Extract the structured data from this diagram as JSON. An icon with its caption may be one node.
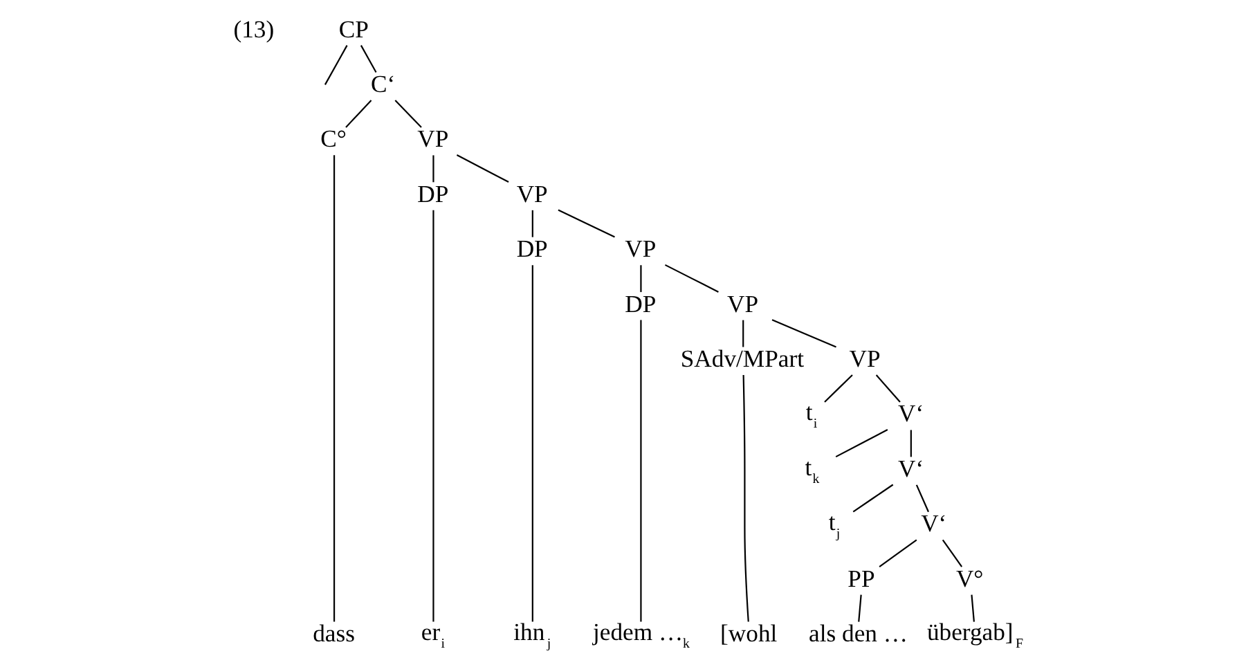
{
  "diagram": {
    "nodes": [
      {
        "text": [
          "CP"
        ]
      },
      {
        "text": [
          "C‘"
        ]
      },
      {
        "text": [
          "C°"
        ]
      },
      {
        "text": [
          "VP"
        ]
      },
      {
        "text": [
          "DP"
        ]
      },
      {
        "text": [
          "VP"
        ]
      },
      {
        "text": [
          "DP"
        ]
      },
      {
        "text": [
          "VP"
        ]
      },
      {
        "text": [
          "DP"
        ]
      },
      {
        "text": [
          "VP"
        ]
      },
      {
        "text": [
          "SAdv/MPart"
        ]
      },
      {
        "text": [
          "VP"
        ]
      },
      {
        "text": [
          "t$_{i}$"
        ]
      },
      {
        "text": [
          "V‘"
        ]
      },
      {
        "text": [
          "t$_{k}$"
        ]
      },
      {
        "text": [
          "V‘"
        ]
      },
      {
        "text": [
          "t$_{j}$"
        ]
      },
      {
        "text": [
          "V‘"
        ]
      },
      {
        "text": [
          "PP"
        ]
      },
      {
        "text": [
          "V°"
        ]
      },
      {
        "text": [
          "dass"
        ]
      },
      {
        "text": [
          "er$_{i}$"
        ]
      },
      {
        "text": [
          "ihn$_{j}$"
        ]
      },
      {
        "text": [
          "jedem …$_{k}$"
        ]
      },
      {
        "text": [
          "[wohl"
        ]
      },
      {
        "text": [
          "als den …"
        ]
      },
      {
        "text": [
          "übergab]$_{F}$"
        ]
      }
    ],
    "edges": [
      {
        "from": 0,
        "to": null,
        "arrow": "none"
      },
      {
        "from": 0,
        "to": 1,
        "arrow": "none"
      },
      {
        "from": 1,
        "to": 2,
        "arrow": "none"
      },
      {
        "from": 1,
        "to": 3,
        "arrow": "none"
      },
      {
        "from": 3,
        "to": 4,
        "arrow": "none"
      },
      {
        "from": 3,
        "to": 5,
        "arrow": "none"
      },
      {
        "from": 5,
        "to": 6,
        "arrow": "none"
      },
      {
        "from": 5,
        "to": 7,
        "arrow": "none"
      },
      {
        "from": 7,
        "to": 8,
        "arrow": "none"
      },
      {
        "from": 7,
        "to": 9,
        "arrow": "none"
      },
      {
        "from": 9,
        "to": 10,
        "arrow": "none"
      },
      {
        "from": 9,
        "to": 11,
        "arrow": "none"
      },
      {
        "from": 11,
        "to": 12,
        "arrow": "none"
      },
      {
        "from": 11,
        "to": 13,
        "arrow": "none"
      },
      {
        "from": 13,
        "to": 14,
        "arrow": "none"
      },
      {
        "from": 13,
        "to": 15,
        "arrow": "none"
      },
      {
        "from": 15,
        "to": 16,
        "arrow": "none"
      },
      {
        "from": 15,
        "to": 17,
        "arrow": "none"
      },
      {
        "from": 17,
        "to": 18,
        "arrow": "none"
      },
      {
        "from": 17,
        "to": 19,
        "arrow": "none"
      },
      {
        "from": 2,
        "to": 20,
        "arrow": "none"
      },
      {
        "from": 4,
        "to": 21,
        "arrow": "none"
      },
      {
        "from": 6,
        "to": 22,
        "arrow": "none"
      },
      {
        "from": 8,
        "to": 23,
        "arrow": "none"
      },
      {
        "from": 10,
        "to": 24,
        "arrow": "none"
      },
      {
        "from": 18,
        "to": 25,
        "arrow": "none"
      },
      {
        "from": 19,
        "to": 26,
        "arrow": "none"
      }
    ],
    "labels": [
      "(13)"
    ]
  }
}
